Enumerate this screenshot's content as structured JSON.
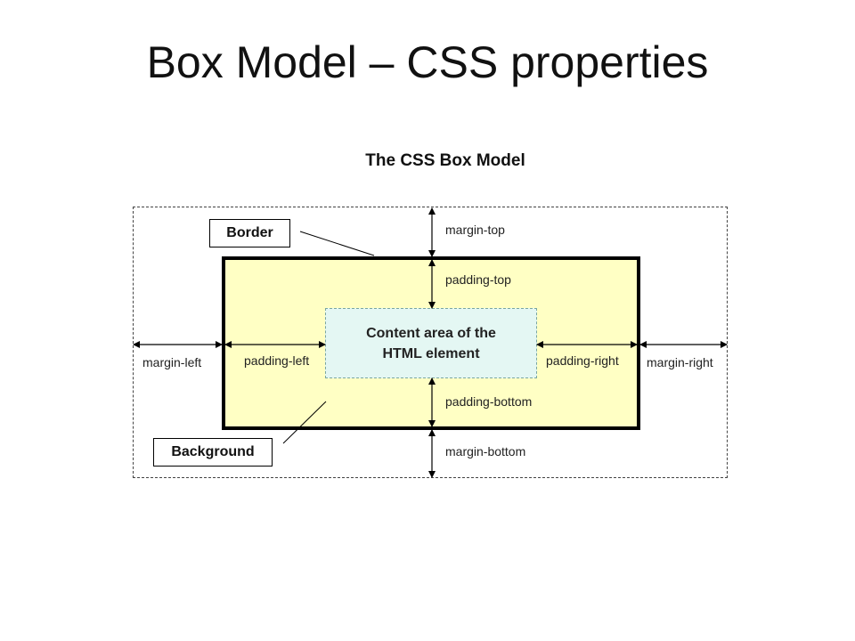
{
  "slide": {
    "title": "Box Model – CSS properties"
  },
  "diagram": {
    "title": "The CSS Box Model",
    "content_line1": "Content area of the",
    "content_line2": "HTML element",
    "callouts": {
      "border": "Border",
      "background": "Background"
    },
    "labels": {
      "margin_top": "margin-top",
      "padding_top": "padding-top",
      "margin_left": "margin-left",
      "padding_left": "padding-left",
      "padding_right": "padding-right",
      "margin_right": "margin-right",
      "padding_bottom": "padding-bottom",
      "margin_bottom": "margin-bottom"
    },
    "colors": {
      "background_area": "#ffffc4",
      "content_area": "#e4f7f3",
      "border": "#000000"
    }
  }
}
